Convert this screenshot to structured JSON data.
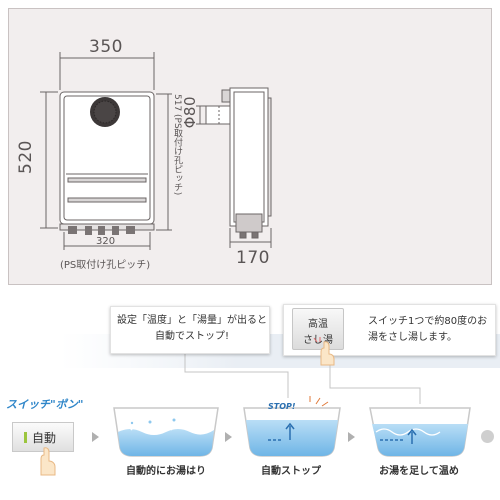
{
  "dimensions": {
    "width_total": "350",
    "height_total": "520",
    "flue_diameter": "Φ80",
    "depth": "170",
    "hole_pitch_vertical": "517 (PS取付け孔ピッチ)",
    "hole_pitch_horizontal": "320",
    "hole_pitch_caption": "(PS取付け孔ピッチ)"
  },
  "callouts": {
    "left_text": "設定「温度」と「湯量」が出ると自動でストップ!",
    "right_button": [
      "高温",
      "さし湯"
    ],
    "right_text": "スイッチ1つで約80度のお湯をさし湯します。"
  },
  "switch_label": "スイッチ\"ポン\"",
  "auto_button_label": "自動",
  "steps": [
    {
      "label": "自動的にお湯はり"
    },
    {
      "label": "自動ストップ",
      "badge": "STOP!"
    },
    {
      "label": "お湯を足して温め"
    }
  ],
  "colors": {
    "accent_blue": "#2f86c9",
    "water": "#8ec8ee",
    "panel_bg": "#f2eeee",
    "switch_mark": "#9bc53d"
  }
}
